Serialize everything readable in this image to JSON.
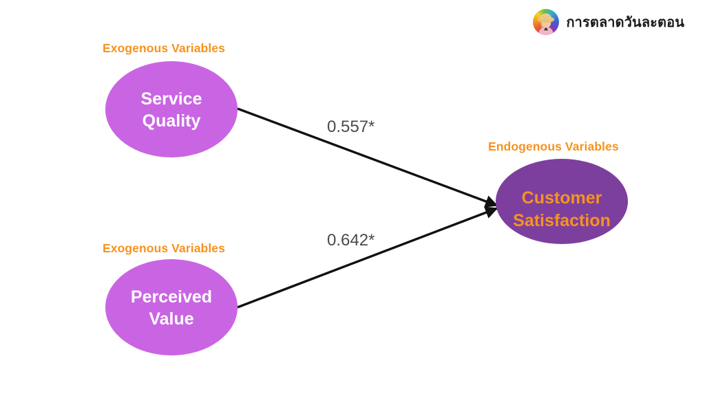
{
  "brand": {
    "name": "การตลาดวันละตอน",
    "avatar_icon": "person-straw-hat-avatar"
  },
  "colors": {
    "exogenous_fill": "#c965e3",
    "endogenous_fill": "#7d3f9e",
    "accent_orange": "#f6931f",
    "node_text_light": "#ffffff",
    "coefficient_text": "#4a4a4a",
    "path_stroke": "#111111",
    "background": "#ffffff"
  },
  "diagram": {
    "type": "path-diagram",
    "nodes": [
      {
        "id": "service-quality",
        "group_label": "Exogenous Variables",
        "line1": "Service",
        "line2": "Quality",
        "role": "exogenous"
      },
      {
        "id": "perceived-value",
        "group_label": "Exogenous Variables",
        "line1": "Perceived",
        "line2": "Value",
        "role": "exogenous"
      },
      {
        "id": "customer-satisfaction",
        "group_label": "Endogenous Variables",
        "line1": "Customer",
        "line2": "Satisfaction",
        "role": "endogenous"
      }
    ],
    "paths": [
      {
        "id": "sq-to-cs",
        "from": "service-quality",
        "to": "customer-satisfaction",
        "coefficient": "0.557*",
        "value": 0.557,
        "significant": true
      },
      {
        "id": "pv-to-cs",
        "from": "perceived-value",
        "to": "customer-satisfaction",
        "coefficient": "0.642*",
        "value": 0.642,
        "significant": true
      }
    ]
  }
}
